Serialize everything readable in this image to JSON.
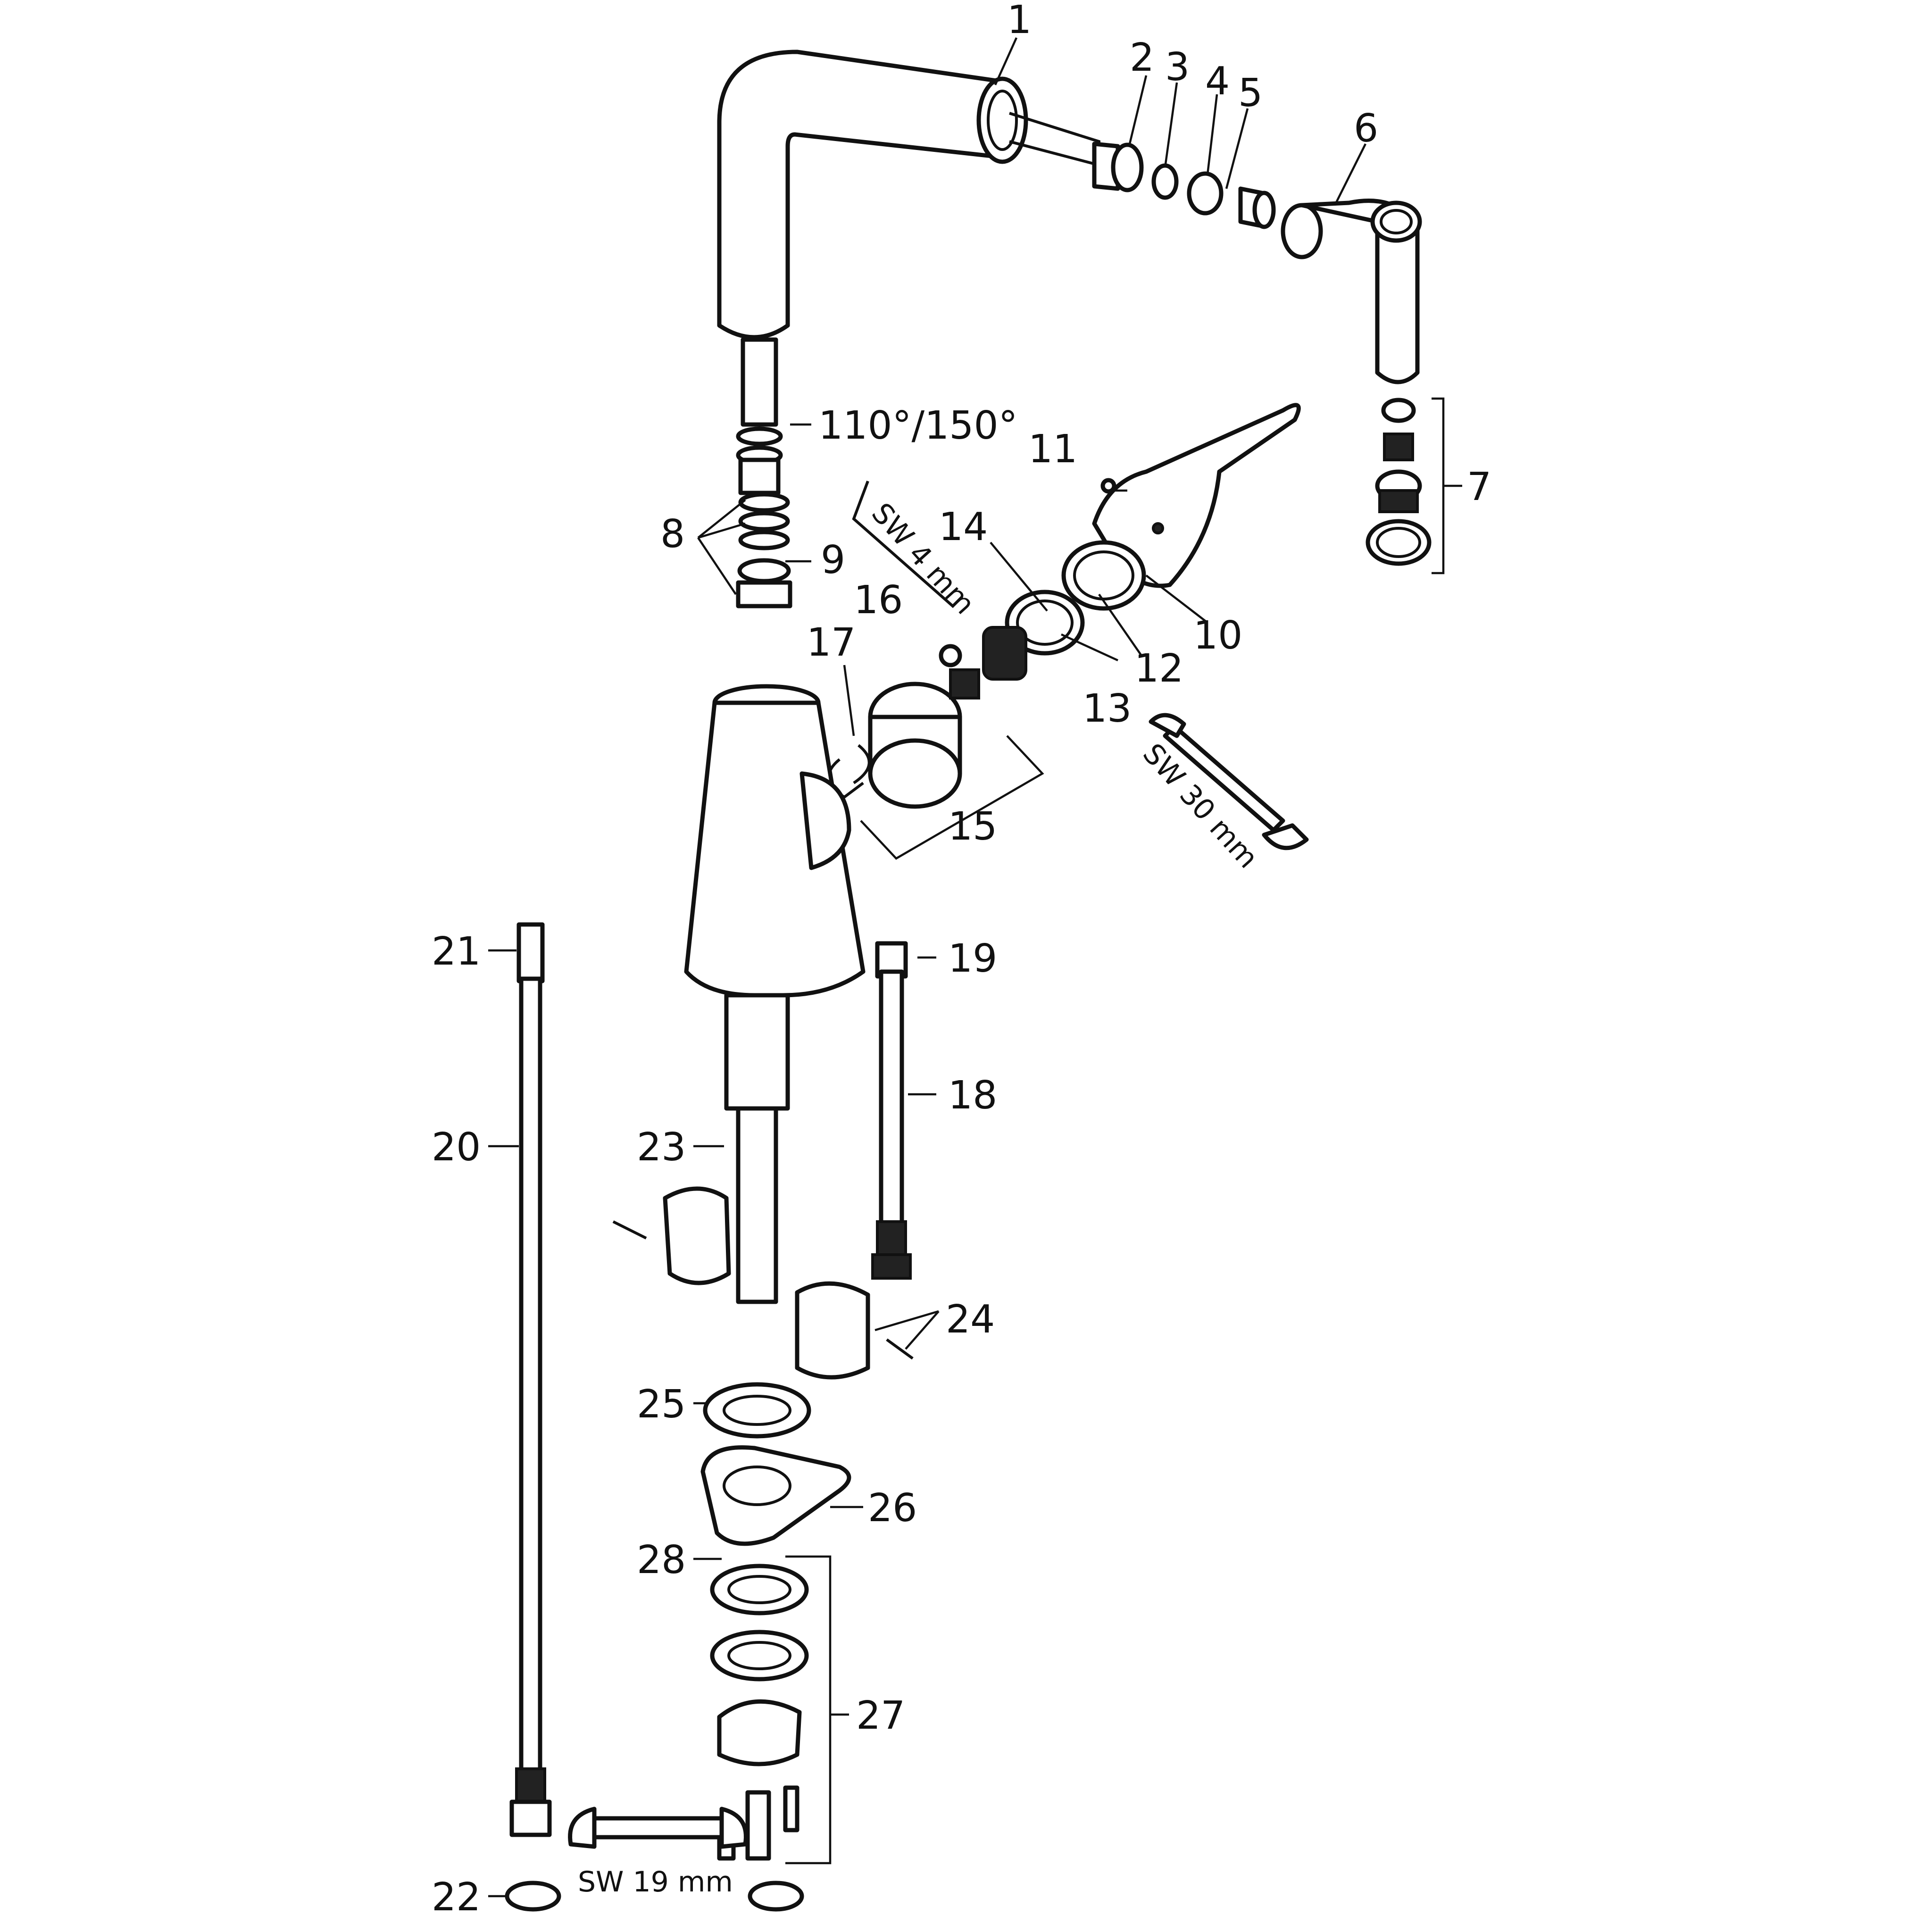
{
  "callouts": {
    "c1": "1",
    "c2": "2",
    "c3": "3",
    "c4": "4",
    "c5": "5",
    "c6": "6",
    "c7": "7",
    "c8": "8",
    "c9": "9",
    "c10": "10",
    "c11": "11",
    "c12": "12",
    "c13": "13",
    "c14": "14",
    "c15": "15",
    "c16": "16",
    "c17": "17",
    "c18": "18",
    "c19": "19",
    "c20": "20",
    "c21": "21",
    "c22": "22",
    "c23": "23",
    "c24": "24",
    "c25": "25",
    "c26": "26",
    "c27": "27",
    "c28": "28"
  },
  "annotations": {
    "swivel_angle": "110°/150°",
    "hex_key": "SW 4 mm",
    "wrench_30": "SW 30 mm",
    "wrench_19": "SW 19 mm"
  }
}
